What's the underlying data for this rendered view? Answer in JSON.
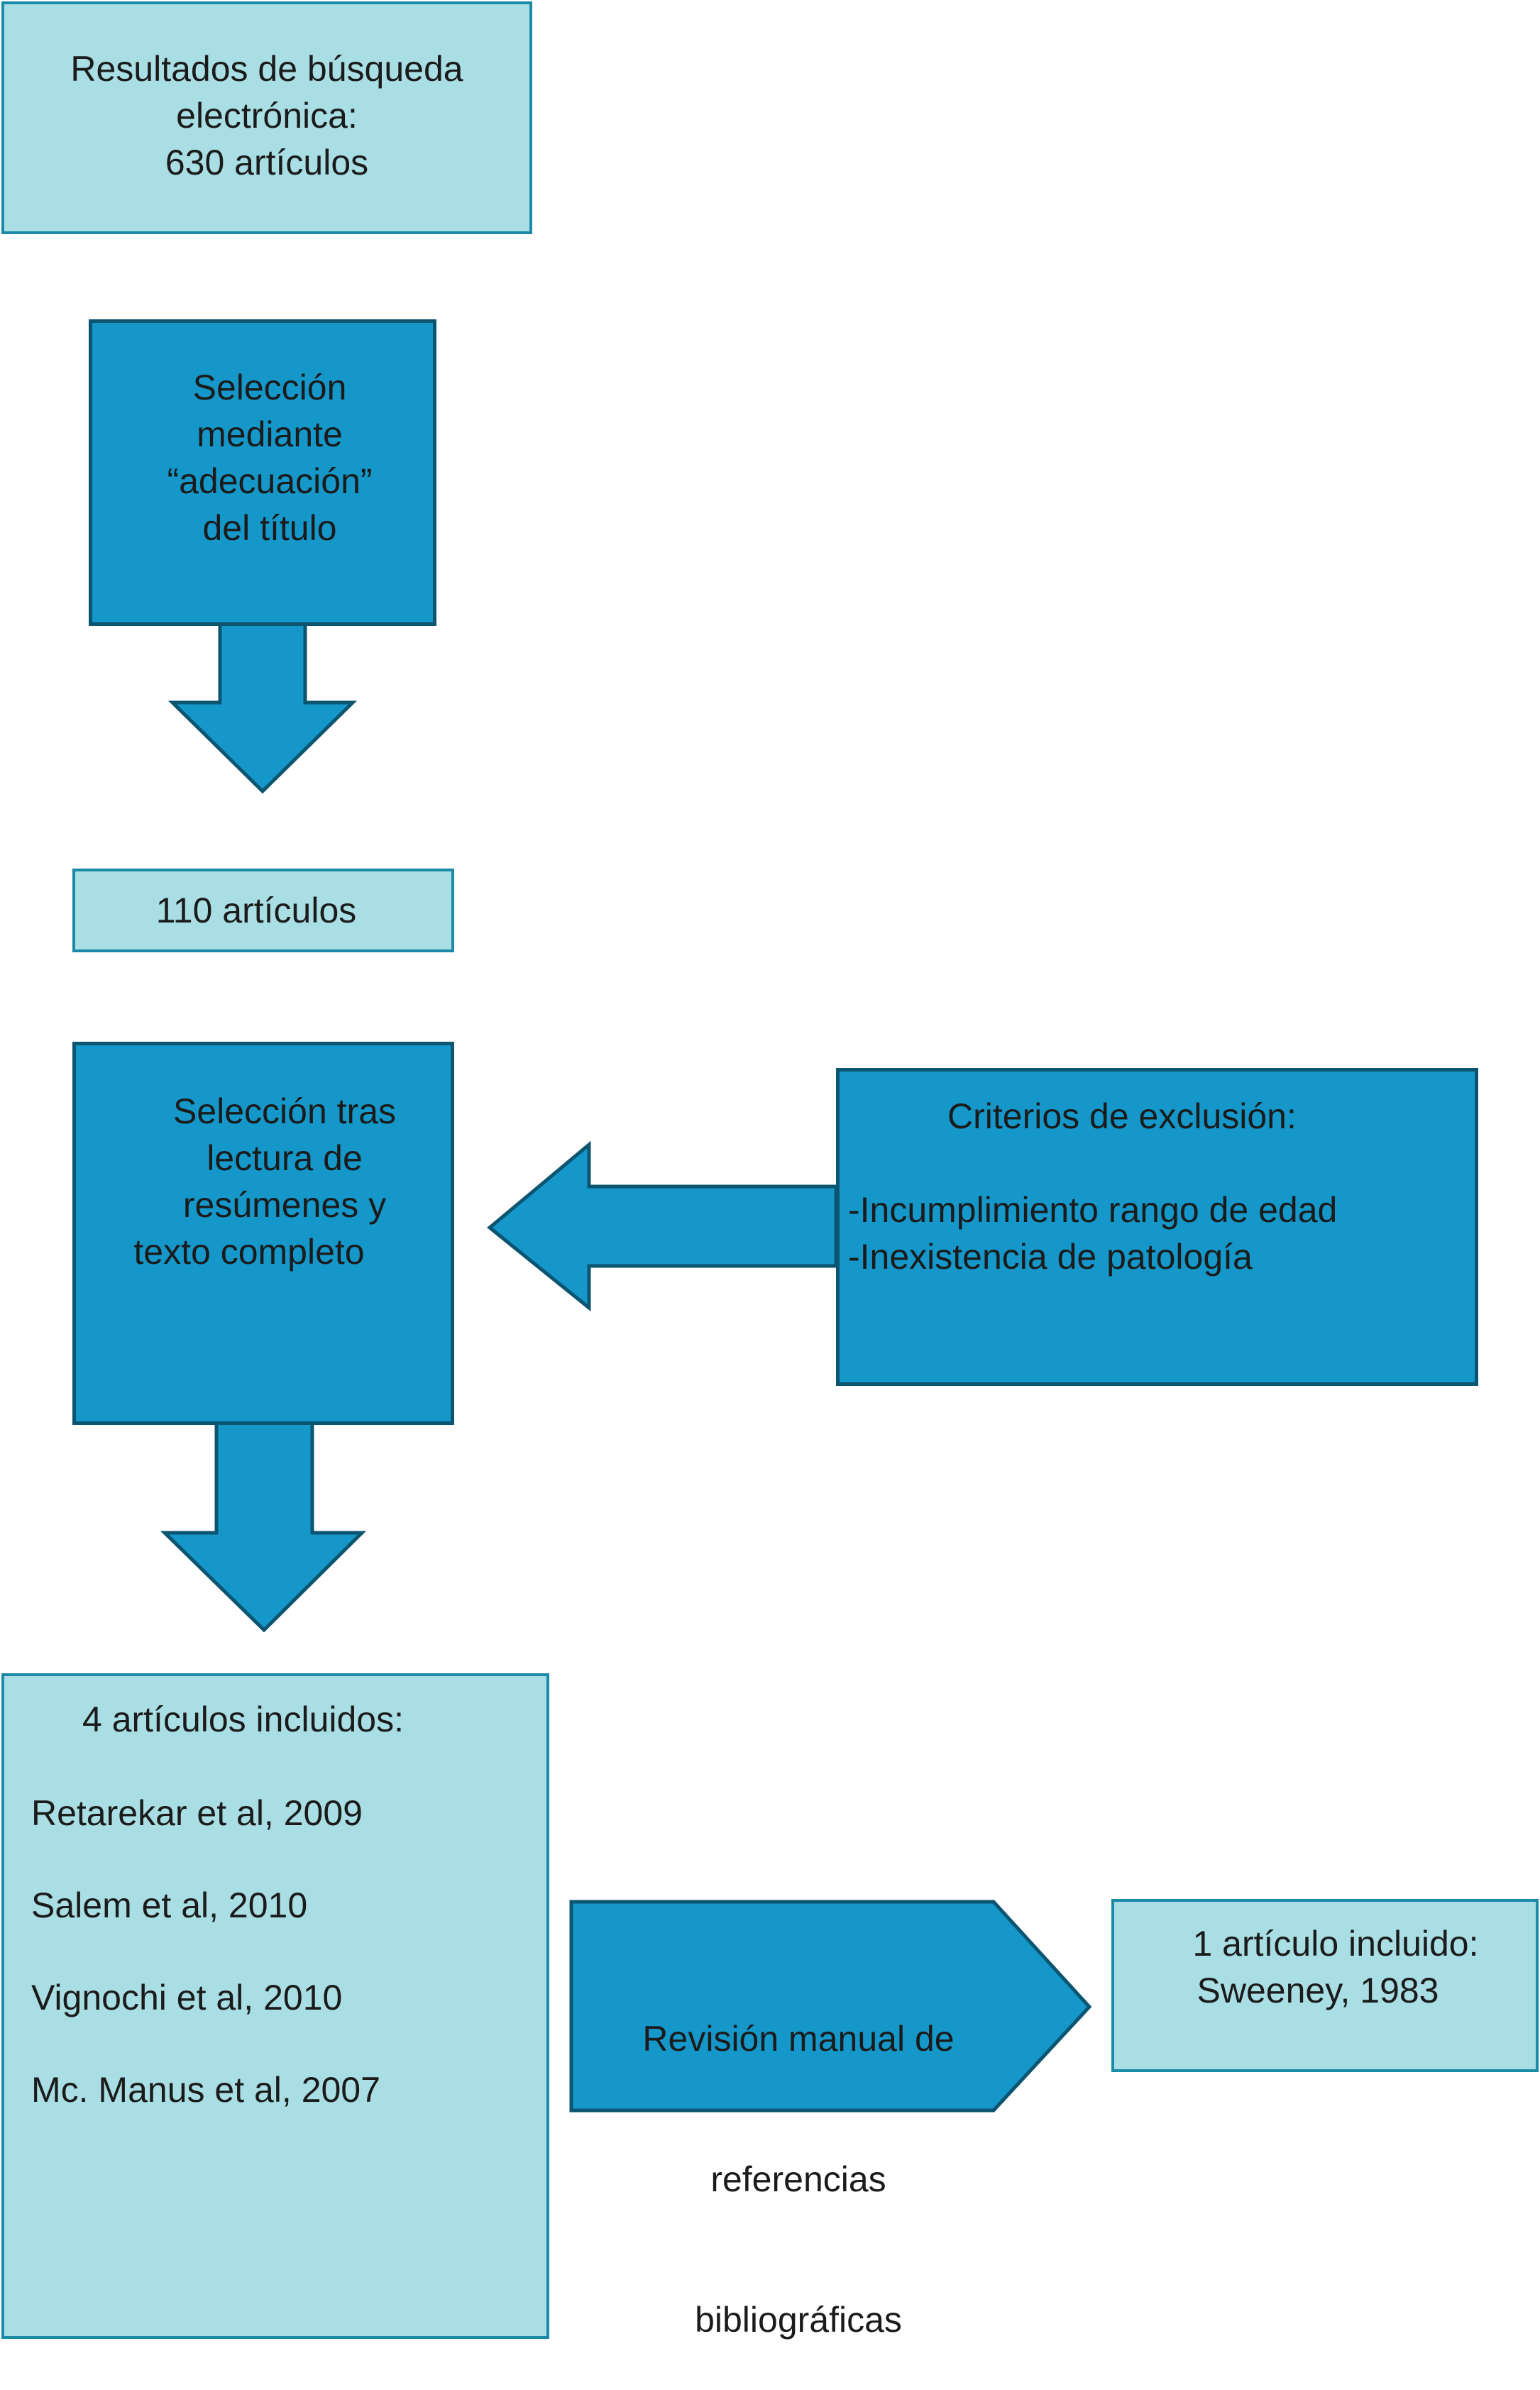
{
  "boxes": {
    "search_results": {
      "lines": [
        "Resultados de búsqueda",
        "electrónica:",
        "630 artículos"
      ]
    },
    "title_selection": {
      "lines": [
        "Selección",
        "mediante",
        "“adecuación”",
        "del título"
      ]
    },
    "count_110": {
      "text": "110 artículos"
    },
    "abstract_selection": {
      "lines": [
        "Selección tras",
        "lectura de",
        "resúmenes y",
        "texto completo"
      ]
    },
    "exclusion": {
      "heading": "Criterios de exclusión:",
      "items": [
        "-Incumplimiento rango de edad",
        "-Inexistencia de patología"
      ]
    },
    "included": {
      "heading": "4 artículos incluidos:",
      "items": [
        "Retarekar et al, 2009",
        "Salem et al, 2010",
        "Vignochi et al, 2010",
        "Mc. Manus et al, 2007"
      ]
    },
    "manual_review": {
      "lines": [
        "Revisión manual de",
        "referencias",
        "bibliográficas"
      ]
    },
    "extra_included": {
      "lines": [
        "1 artículo incluido:",
        "Sweeney, 1983"
      ]
    }
  },
  "colors": {
    "light_fill": "#a9dee4",
    "dark_fill": "#1597c9",
    "dark_border": "#0c5571",
    "light_border": "#1a8aa6"
  }
}
